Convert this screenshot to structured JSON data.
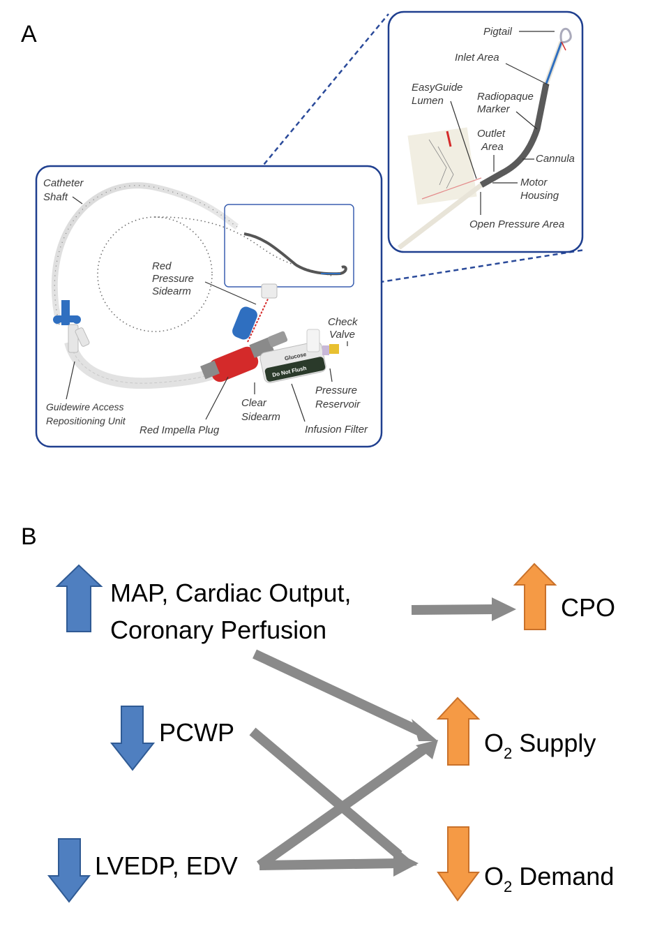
{
  "panel_a": {
    "letter": "A",
    "inset_labels": {
      "pigtail": "Pigtail",
      "inlet_area": "Inlet Area",
      "easyguide_1": "EasyGuide",
      "easyguide_2": "Lumen",
      "radiopaque_1": "Radiopaque",
      "radiopaque_2": "Marker",
      "outlet_1": "Outlet",
      "outlet_2": "Area",
      "cannula": "Cannula",
      "motor_1": "Motor",
      "motor_2": "Housing",
      "open_pressure": "Open Pressure Area"
    },
    "main_labels": {
      "catheter_1": "Catheter",
      "catheter_2": "Shaft",
      "red_pressure_1": "Red",
      "red_pressure_2": "Pressure",
      "red_pressure_3": "Sidearm",
      "check_valve_1": "Check",
      "check_valve_2": "Valve",
      "guidewire_1": "Guidewire Access",
      "guidewire_2": "Repositioning Unit",
      "red_plug": "Red Impella Plug",
      "clear_1": "Clear",
      "clear_2": "Sidearm",
      "pressure_res_1": "Pressure",
      "pressure_res_2": "Reservoir",
      "infusion_filter": "Infusion Filter",
      "glucose": "Glucose",
      "do_not_flush": "Do Not Flush"
    },
    "colors": {
      "frame": "#1f3f8f",
      "plug_red": "#d42a2a",
      "hub_blue": "#2f6fc0"
    }
  },
  "panel_b": {
    "letter": "B",
    "nodes": {
      "map_1": "MAP, Cardiac Output,",
      "map_2": "Coronary Perfusion",
      "pcwp": "PCWP",
      "lvedp": "LVEDP, EDV",
      "cpo": "CPO",
      "o2_supply_o": "O",
      "o2_supply_sub": "2",
      "o2_supply_rest": " Supply",
      "o2_demand_o": "O",
      "o2_demand_sub": "2",
      "o2_demand_rest": " Demand"
    },
    "directions": {
      "map": "up",
      "pcwp": "down",
      "lvedp": "down",
      "cpo": "up",
      "o2_supply": "up",
      "o2_demand": "down"
    },
    "edges": [
      {
        "from": "MAP, Cardiac Output, Coronary Perfusion",
        "to": "CPO"
      },
      {
        "from": "MAP, Cardiac Output, Coronary Perfusion",
        "to": "O2 Supply"
      },
      {
        "from": "PCWP",
        "to": "O2 Demand"
      },
      {
        "from": "LVEDP, EDV",
        "to": "O2 Supply"
      },
      {
        "from": "LVEDP, EDV",
        "to": "O2 Demand"
      }
    ],
    "colors": {
      "input_arrow": "#4f7fc0",
      "input_stroke": "#2f5a94",
      "output_arrow": "#f59a45",
      "output_stroke": "#c9712a",
      "connector": "#8a8a8a"
    }
  }
}
